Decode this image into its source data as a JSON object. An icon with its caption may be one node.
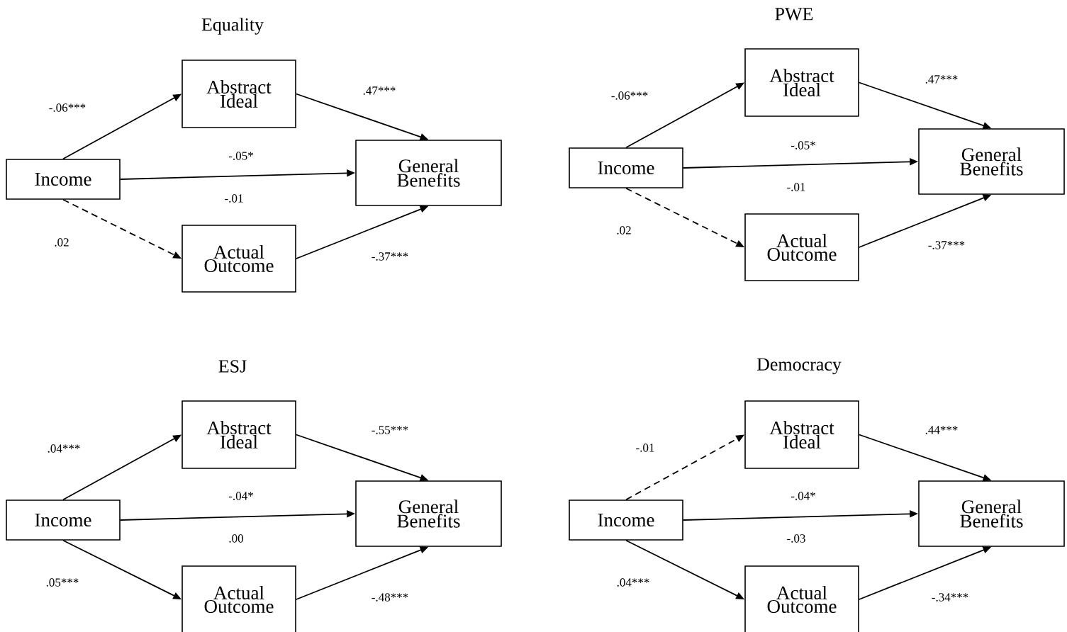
{
  "diagram": {
    "nodes": [
      {
        "text": [
          "Abstract Ideal"
        ]
      },
      {
        "text": [
          "Income"
        ]
      },
      {
        "text": [
          "General Benefits"
        ]
      },
      {
        "text": [
          "Actual Outcome"
        ]
      },
      {
        "text": [
          "Abstract Ideal"
        ]
      },
      {
        "text": [
          "Income"
        ]
      },
      {
        "text": [
          "General Benefits"
        ]
      },
      {
        "text": [
          "Actual Outcome"
        ]
      },
      {
        "text": [
          "Abstract Ideal"
        ]
      },
      {
        "text": [
          "Income"
        ]
      },
      {
        "text": [
          "General Benefits"
        ]
      },
      {
        "text": [
          "Actual Outcome"
        ]
      },
      {
        "text": [
          "Abstract Ideal"
        ]
      },
      {
        "text": [
          "Income"
        ]
      },
      {
        "text": [
          "General Benefits"
        ]
      },
      {
        "text": [
          "Actual Outcome"
        ]
      }
    ],
    "edges": [
      {
        "from": 1,
        "to": 0,
        "arrow": "to",
        "label": "-.06***"
      },
      {
        "from": 0,
        "to": 2,
        "arrow": "to",
        "label": ".47***"
      },
      {
        "from": 1,
        "to": 2,
        "arrow": "to",
        "label": "-.05*"
      },
      {
        "from": 1,
        "to": 3,
        "arrow": "to",
        "style": "dashed",
        "label": ".02"
      },
      {
        "from": 3,
        "to": 2,
        "arrow": "to",
        "label": "-.37***"
      },
      {
        "from": 5,
        "to": 4,
        "arrow": "to",
        "label": "-.06***"
      },
      {
        "from": 4,
        "to": 6,
        "arrow": "to",
        "label": ".47***"
      },
      {
        "from": 5,
        "to": 6,
        "arrow": "to",
        "label": "-.05*"
      },
      {
        "from": 5,
        "to": 7,
        "arrow": "to",
        "style": "dashed",
        "label": ".02"
      },
      {
        "from": 7,
        "to": 6,
        "arrow": "to",
        "label": "-.37***"
      },
      {
        "from": 9,
        "to": 8,
        "arrow": "to",
        "label": ".04***"
      },
      {
        "from": 8,
        "to": 10,
        "arrow": "to",
        "label": "-.55***"
      },
      {
        "from": 9,
        "to": 10,
        "arrow": "to",
        "label": "-.04*"
      },
      {
        "from": 9,
        "to": 11,
        "arrow": "to",
        "label": ".05***"
      },
      {
        "from": 11,
        "to": 10,
        "arrow": "to",
        "label": "-.48***"
      },
      {
        "from": 13,
        "to": 12,
        "arrow": "to",
        "style": "dashed",
        "label": "-.01"
      },
      {
        "from": 12,
        "to": 14,
        "arrow": "to",
        "label": ".44***"
      },
      {
        "from": 13,
        "to": 14,
        "arrow": "to",
        "label": "-.04*"
      },
      {
        "from": 13,
        "to": 15,
        "arrow": "to",
        "label": ".04***"
      },
      {
        "from": 15,
        "to": 14,
        "arrow": "to",
        "label": "-.34***"
      }
    ],
    "labels": [
      "Equality",
      "PWE",
      "-.01",
      "-.01",
      "ESJ",
      "Democracy",
      ".00",
      "-.03"
    ]
  }
}
